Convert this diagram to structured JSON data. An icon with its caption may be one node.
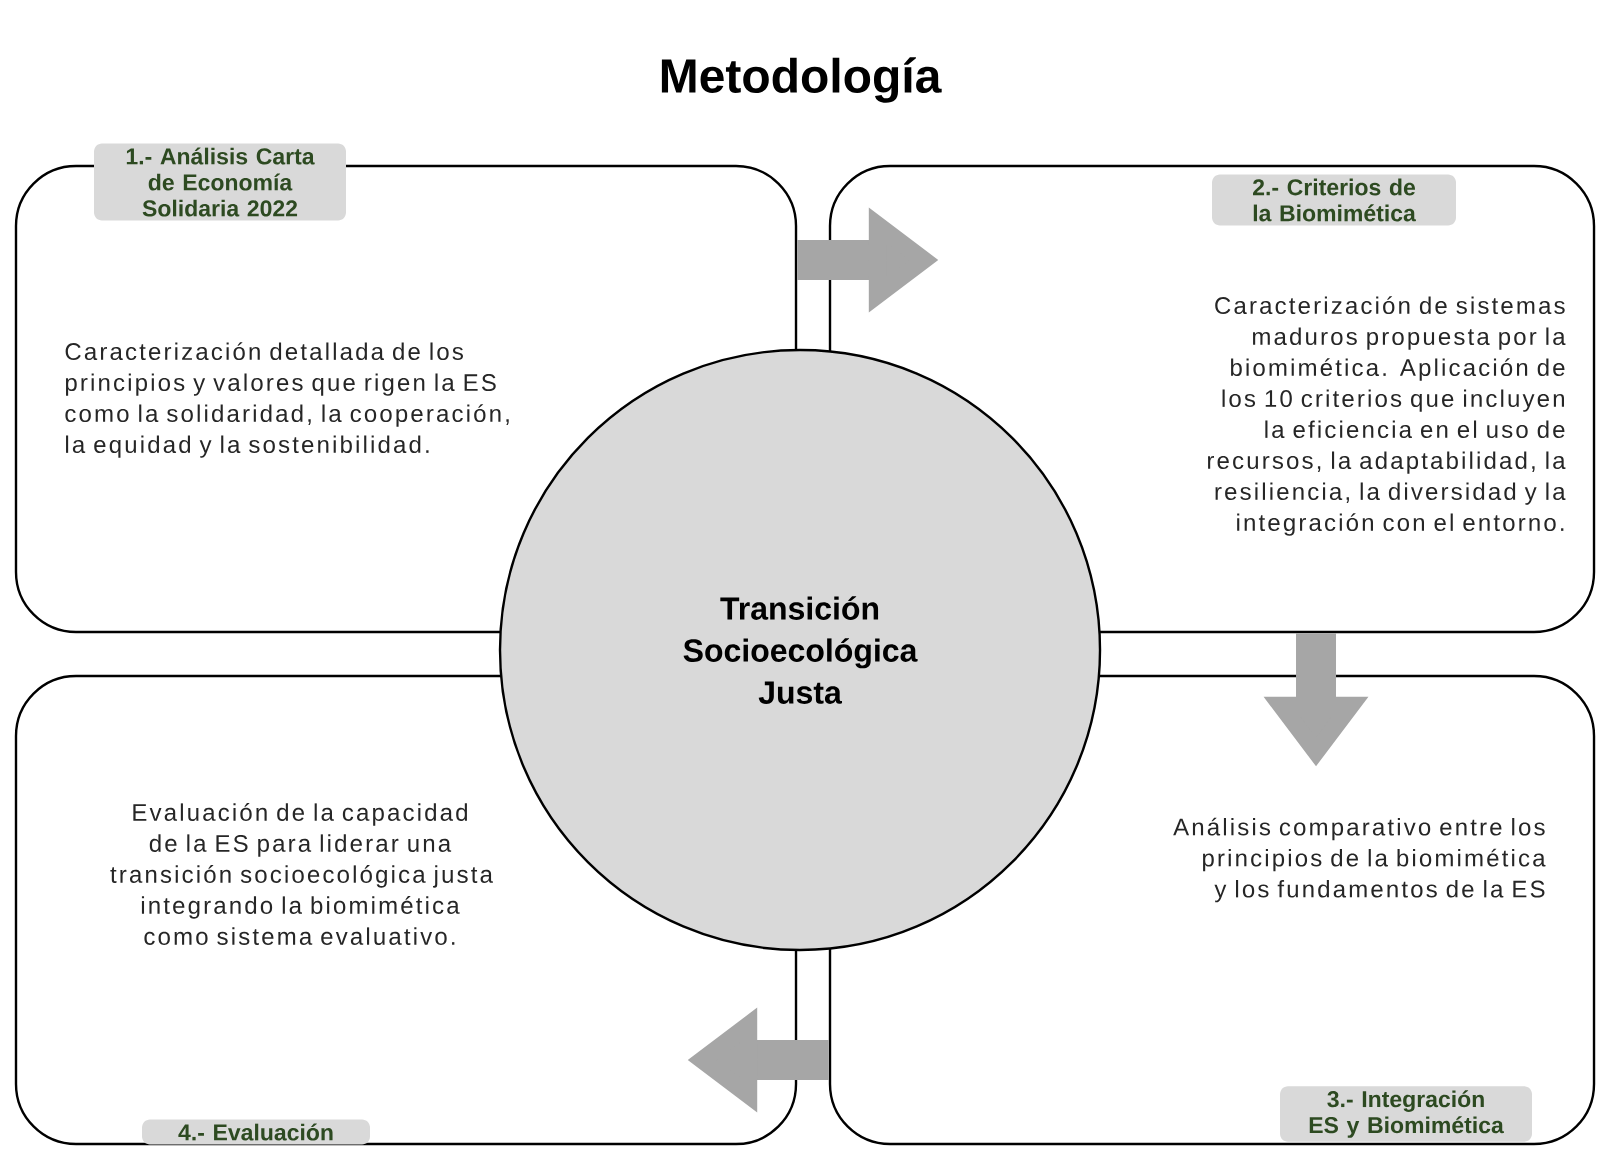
{
  "diagram": {
    "title": "Metodología",
    "nodes": [
      {
        "text": [
          "1.- Análisis Carta de Economía Solidaria 2022",
          "Caracterización detallada de los principios y valores que rigen la ES como la solidaridad, la cooperación, la equidad y la sostenibilidad."
        ]
      },
      {
        "text": [
          "2.- Criterios de la Biomimética",
          "Caracterización de sistemas maduros propuesta por la biomimética. Aplicación de los 10 criterios que incluyen la eficiencia en el uso de recursos, la adaptabilidad, la resiliencia, la diversidad y la integración con el entorno."
        ]
      },
      {
        "text": [
          "Análisis comparativo entre los principios de la biomimética y los fundamentos de la ES",
          "3.- Integración ES y Biomimética"
        ]
      },
      {
        "text": [
          "Evaluación de la capacidad de la ES para liderar una transición socioecológica justa integrando la biomimética como sistema evaluativo.",
          "4.- Evaluación"
        ]
      },
      {
        "text": [
          "Transición Socioecológica Justa"
        ]
      }
    ],
    "edges": [
      {
        "from": 0,
        "to": 1,
        "arrow": "to"
      },
      {
        "from": 1,
        "to": 2,
        "arrow": "to"
      },
      {
        "from": 2,
        "to": 3,
        "arrow": "to"
      }
    ]
  }
}
